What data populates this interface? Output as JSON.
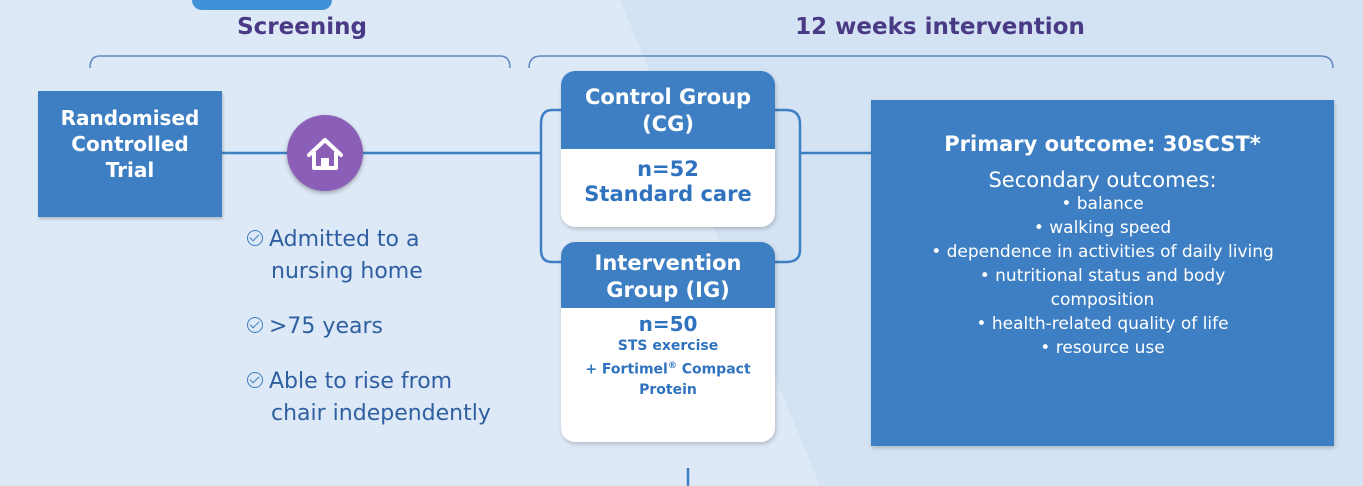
{
  "headers": {
    "screening": "Screening",
    "intervention": "12 weeks intervention"
  },
  "trial_box": {
    "line1": "Randomised",
    "line2": "Controlled",
    "line3": "Trial"
  },
  "criteria": [
    {
      "line1": "Admitted to a",
      "line2": "nursing home"
    },
    {
      "line1": ">75 years"
    },
    {
      "line1": "Able to rise from",
      "line2": "chair independently"
    }
  ],
  "control_group": {
    "title1": "Control Group",
    "title2": "(CG)",
    "n": "n=52",
    "treatment": "Standard care"
  },
  "intervention_group": {
    "title1": "Intervention",
    "title2": "Group (IG)",
    "n": "n=50",
    "treatment1": "STS exercise",
    "treatment2_prefix": "+ Fortimel",
    "treatment2_mark": "®",
    "treatment2_suffix": " Compact",
    "treatment3": "Protein"
  },
  "outcomes": {
    "primary": "Primary outcome: 30sCST*",
    "secondary_title": "Secondary outcomes:",
    "secondary_items": [
      "• balance",
      "• walking speed",
      "• dependence in activities of daily living",
      "• nutritional status and body",
      "composition",
      "• health-related quality of life",
      "• resource use"
    ]
  },
  "colors": {
    "box_blue": "#3e7fc4",
    "header_purple": "#4a3a86",
    "house_purple": "#8b5fb8",
    "background": "#dde9f6"
  },
  "icons": {
    "house": "house-icon",
    "check": "check-circle-icon"
  }
}
